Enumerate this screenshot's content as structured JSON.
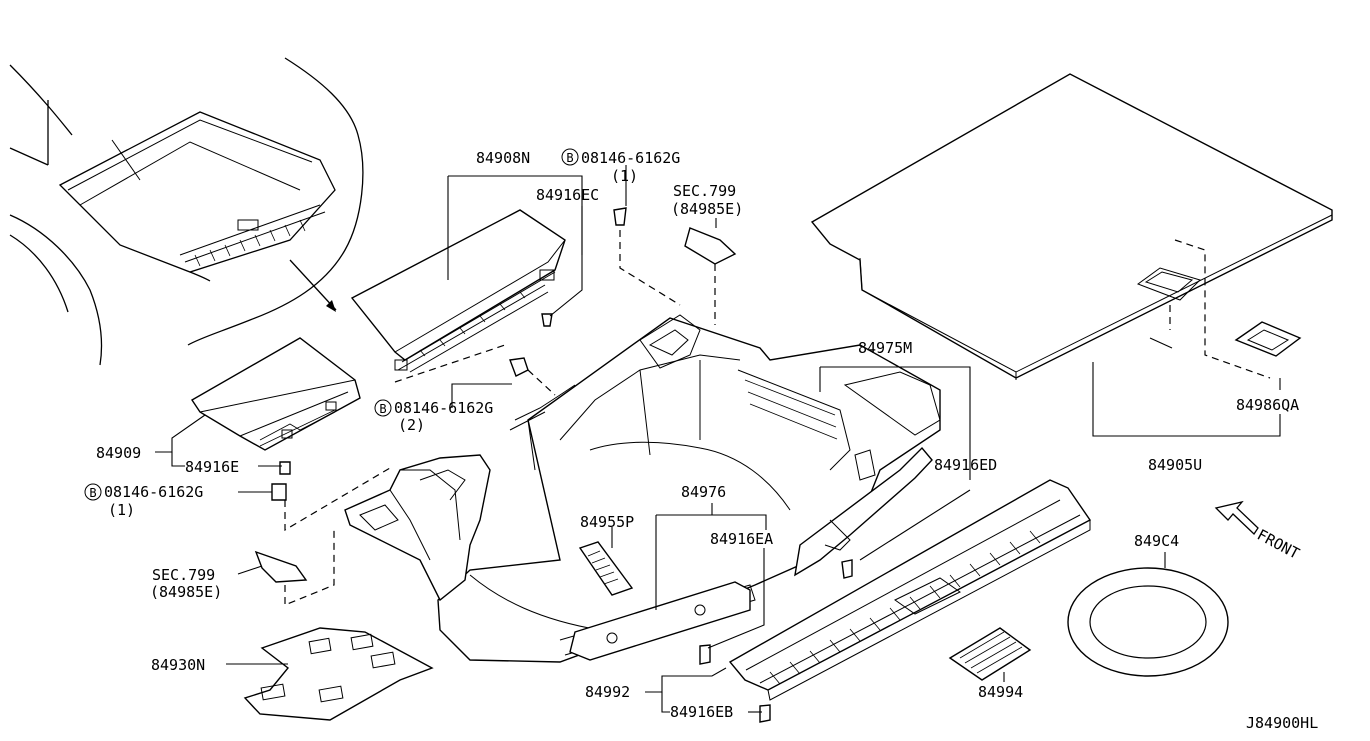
{
  "diagram_id": "J84900HL",
  "front_label": "FRONT",
  "labels": {
    "p84908N": "84908N",
    "bolt_top": "08146-6162G",
    "bolt_top_qty": "(1)",
    "p84916EC": "84916EC",
    "sec799_top": "SEC.799",
    "p84985E_top": "(84985E)",
    "p84975M": "84975M",
    "p84986QA": "84986QA",
    "p84905U": "84905U",
    "bolt_mid": "08146-6162G",
    "bolt_mid_qty": "(2)",
    "p84909": "84909",
    "p84916E": "84916E",
    "bolt_left": "08146-6162G",
    "bolt_left_qty": "(1)",
    "sec799_left": "SEC.799",
    "p84985E_left": "(84985E)",
    "p84930N": "84930N",
    "p84976": "84976",
    "p84955P": "84955P",
    "p84916EA": "84916EA",
    "p84916ED": "84916ED",
    "p849C4": "849C4",
    "p84992": "84992",
    "p84916EB": "84916EB",
    "p84994": "84994",
    "bolt_marker": "B"
  }
}
